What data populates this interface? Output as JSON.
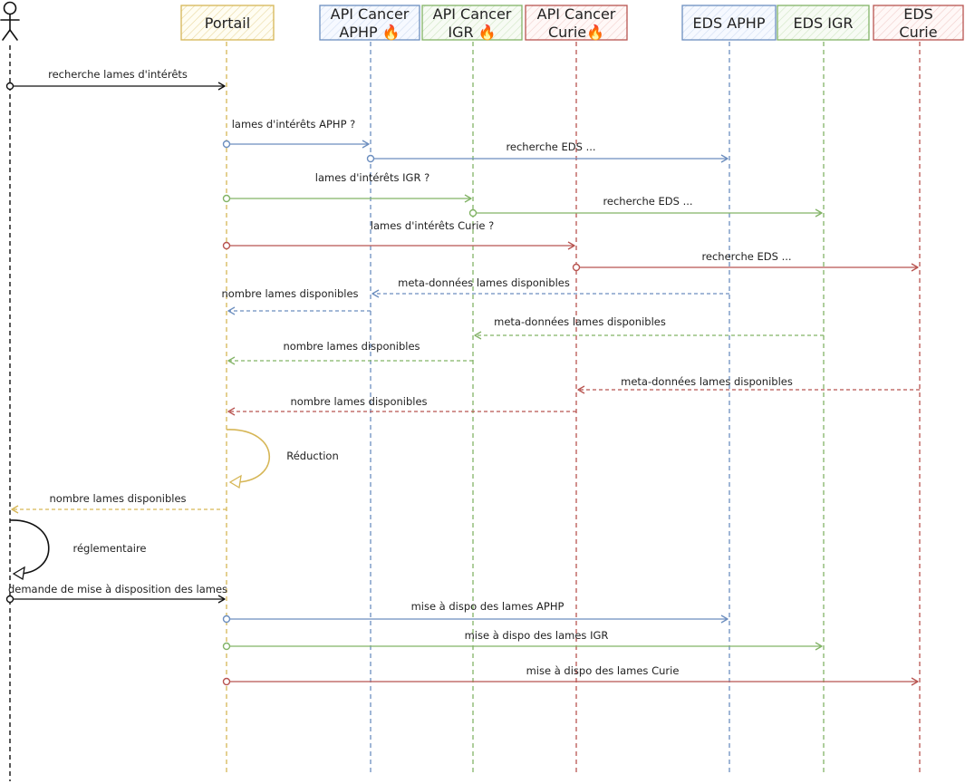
{
  "colors": {
    "black": "#111111",
    "portail": "#d6b656",
    "aphp": "#6c8ebf",
    "igr": "#82b366",
    "curie": "#b85450"
  },
  "participants": [
    {
      "id": "actor",
      "kind": "actor",
      "color": "black"
    },
    {
      "id": "portail",
      "lines": [
        "Portail"
      ],
      "color": "portail"
    },
    {
      "id": "api_aphp",
      "lines": [
        "API Cancer",
        "APHP 🔥"
      ],
      "color": "aphp"
    },
    {
      "id": "api_igr",
      "lines": [
        "API Cancer",
        "IGR 🔥"
      ],
      "color": "igr"
    },
    {
      "id": "api_curie",
      "lines": [
        "API Cancer",
        "Curie🔥"
      ],
      "color": "curie"
    },
    {
      "id": "eds_aphp",
      "lines": [
        "EDS APHP"
      ],
      "color": "aphp"
    },
    {
      "id": "eds_igr",
      "lines": [
        "EDS IGR"
      ],
      "color": "igr"
    },
    {
      "id": "eds_curie",
      "lines": [
        "EDS",
        "Curie"
      ],
      "color": "curie"
    }
  ],
  "messages": [
    {
      "from": "actor",
      "to": "portail",
      "text": "recherche lames d'intérêts",
      "style": "solid",
      "color": "black"
    },
    {
      "from": "portail",
      "to": "api_aphp",
      "text": "lames d'intérêts APHP ?",
      "style": "solid",
      "color": "aphp"
    },
    {
      "from": "api_aphp",
      "to": "eds_aphp",
      "text": "recherche EDS ...",
      "style": "solid",
      "color": "aphp"
    },
    {
      "from": "portail",
      "to": "api_igr",
      "text": "lames d'intérêts IGR ?",
      "style": "solid",
      "color": "igr"
    },
    {
      "from": "api_igr",
      "to": "eds_igr",
      "text": "recherche EDS ...",
      "style": "solid",
      "color": "igr"
    },
    {
      "from": "portail",
      "to": "api_curie",
      "text": "lames d'intérêts Curie ?",
      "style": "solid",
      "color": "curie"
    },
    {
      "from": "api_curie",
      "to": "eds_curie",
      "text": "recherche EDS ...",
      "style": "solid",
      "color": "curie"
    },
    {
      "from": "eds_aphp",
      "to": "api_aphp",
      "text": "meta-données lames disponibles",
      "style": "dashed",
      "color": "aphp"
    },
    {
      "from": "api_aphp",
      "to": "portail",
      "text": "nombre lames disponibles",
      "style": "dashed",
      "color": "aphp"
    },
    {
      "from": "eds_igr",
      "to": "api_igr",
      "text": "meta-données lames disponibles",
      "style": "dashed",
      "color": "igr"
    },
    {
      "from": "api_igr",
      "to": "portail",
      "text": "nombre lames disponibles",
      "style": "dashed",
      "color": "igr"
    },
    {
      "from": "eds_curie",
      "to": "api_curie",
      "text": "meta-données lames disponibles",
      "style": "dashed",
      "color": "curie"
    },
    {
      "from": "api_curie",
      "to": "portail",
      "text": "nombre lames disponibles",
      "style": "dashed",
      "color": "curie"
    },
    {
      "from": "portail",
      "to": "portail",
      "text": "Réduction",
      "style": "self",
      "color": "portail"
    },
    {
      "from": "portail",
      "to": "actor",
      "text": "nombre lames disponibles",
      "style": "dashed",
      "color": "portail"
    },
    {
      "from": "actor",
      "to": "actor",
      "text": "réglementaire",
      "style": "self",
      "color": "black"
    },
    {
      "from": "actor",
      "to": "portail",
      "text": "demande de mise à disposition des lames",
      "style": "solid",
      "color": "black"
    },
    {
      "from": "portail",
      "to": "eds_aphp",
      "text": "mise à dispo des lames APHP",
      "style": "solid",
      "color": "aphp"
    },
    {
      "from": "portail",
      "to": "eds_igr",
      "text": "mise à dispo des lames IGR",
      "style": "solid",
      "color": "igr"
    },
    {
      "from": "portail",
      "to": "eds_curie",
      "text": "mise à dispo des lames Curie",
      "style": "solid",
      "color": "curie"
    }
  ]
}
